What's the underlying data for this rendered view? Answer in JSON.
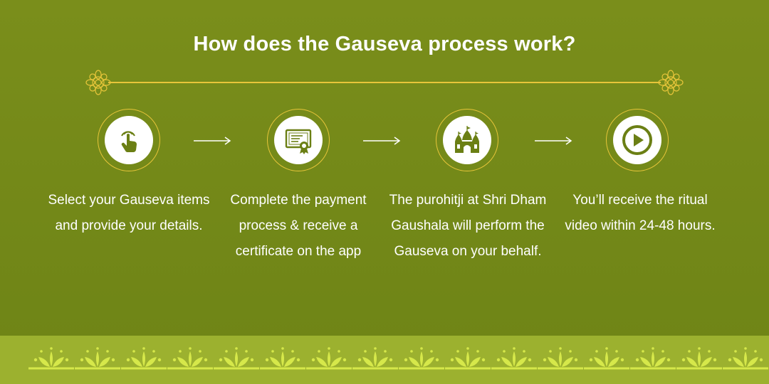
{
  "heading": "How does the Gauseva process work?",
  "steps": [
    {
      "icon": "tap-hand-icon",
      "text": "Select your Gauseva items and provide your details."
    },
    {
      "icon": "certificate-icon",
      "text": "Complete the payment process & receive a certificate on the app"
    },
    {
      "icon": "temple-icon",
      "text": "The purohitji at Shri Dham Gaushala will perform the Gauseva on your behalf."
    },
    {
      "icon": "play-icon",
      "text": "You’ll receive the ritual video within 24-48 hours."
    }
  ],
  "colors": {
    "background": "#758a19",
    "accent_gold": "#e7c53a",
    "footer_band": "#9cb12f",
    "footer_motif": "#d6e84a",
    "icon_fill": "#6b7f14"
  }
}
